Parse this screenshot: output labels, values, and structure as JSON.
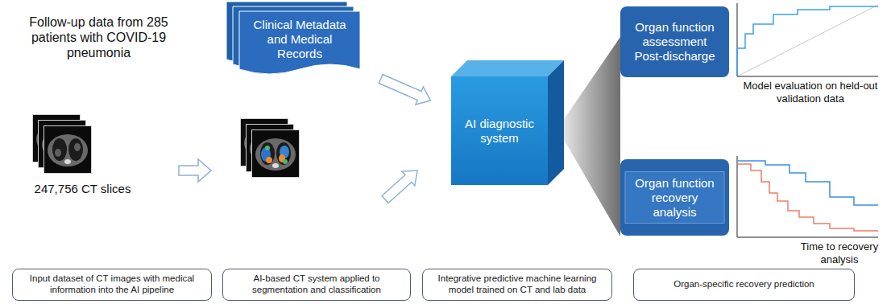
{
  "diagram": {
    "nodes": [
      {
        "text": [
          "Clinical Metadata and Medical Records"
        ]
      },
      {
        "text": [
          "AI diagnostic system"
        ]
      },
      {
        "text": [
          "Organ function assessment Post-discharge"
        ]
      },
      {
        "text": [
          "Organ function recovery analysis"
        ]
      },
      {
        "text": [
          "Input dataset of CT images with medical information into the AI pipeline"
        ]
      },
      {
        "text": [
          "AI-based CT system applied to segmentation and classification"
        ]
      },
      {
        "text": [
          "Integrative predictive machine learning model trained on CT and lab data"
        ]
      },
      {
        "text": [
          "Organ-specific recovery prediction"
        ]
      }
    ],
    "edges": [
      {
        "from": 0,
        "to": 1,
        "arrow": "to"
      }
    ],
    "labels": [
      "Follow-up data from 285 patients with COVID-19 pneumonia",
      "247,756 CT slices",
      "Model evaluation on held-out validation data",
      "Time to recovery analysis"
    ]
  }
}
